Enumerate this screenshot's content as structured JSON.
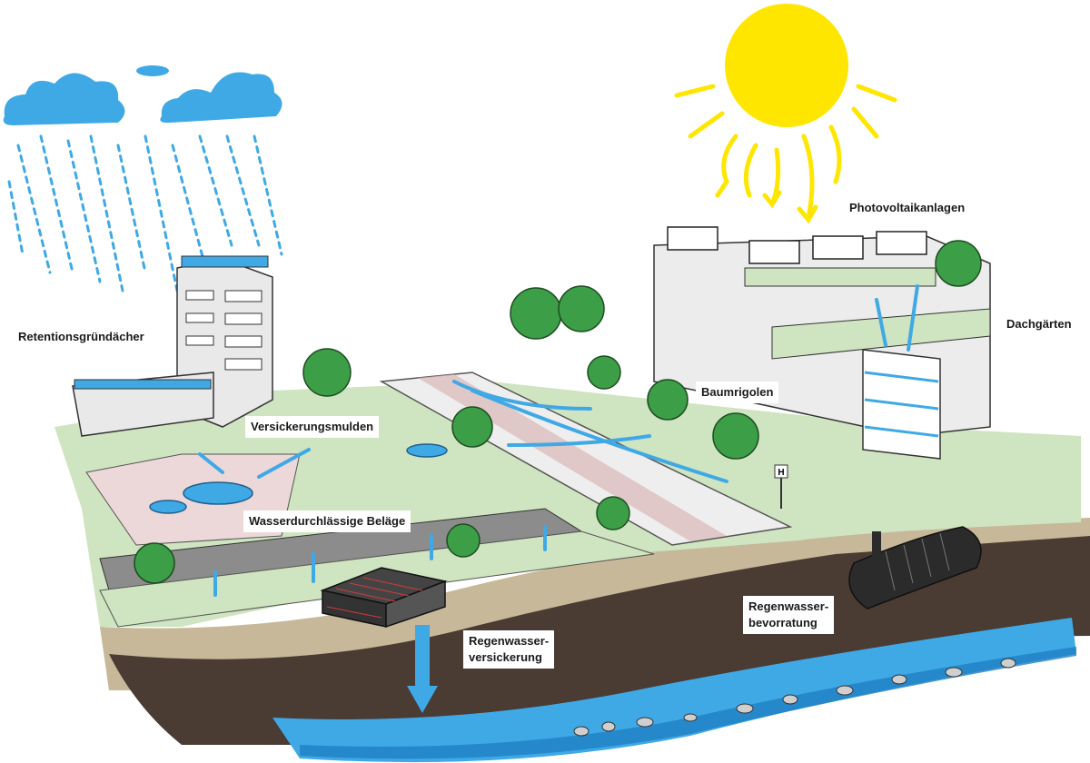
{
  "labels": {
    "photovoltaik": "Photovoltaikanlagen",
    "retention": "Retentionsgründächer",
    "dachgaerten": "Dachgärten",
    "baumrigolen": "Baumrigolen",
    "versickerungsmulden": "Versickerungsmulden",
    "belaege": "Wasserdurchlässige Beläge",
    "regenwasser_versickerung": "Regenwasser-\nversickerung",
    "regenwasser_bevorratung": "Regenwasser-\nbevorratung"
  },
  "colors": {
    "water": "#3fa9e6",
    "water_dark": "#1f7fc4",
    "cloud": "#3fa9e6",
    "sun": "#ffe600",
    "grass": "#cfe4c0",
    "tree": "#3c9e46",
    "soil": "#4a3b33",
    "sand": "#c7b89a",
    "road": "#e8e8e8",
    "bike_lane": "#dcb8b8"
  },
  "bus_stop_sign": "H"
}
